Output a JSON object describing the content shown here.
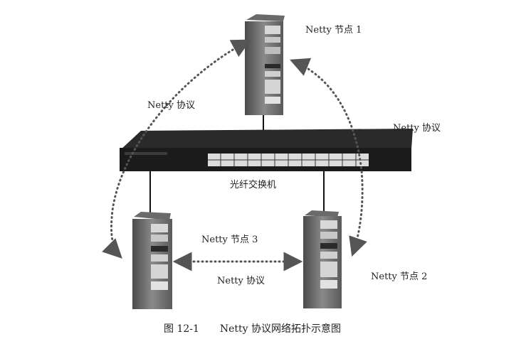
{
  "diagram": {
    "nodes": {
      "node1": {
        "label": "Netty 节点 1"
      },
      "node2": {
        "label": "Netty 节点 2"
      },
      "node3": {
        "label": "Netty 节点 3"
      }
    },
    "switch": {
      "label": "光纤交换机"
    },
    "links": [
      {
        "from": "node1",
        "to": "node3",
        "label": "Netty 协议"
      },
      {
        "from": "node1",
        "to": "node2",
        "label": "Netty 协议"
      },
      {
        "from": "node3",
        "to": "node2",
        "label": "Netty 协议"
      }
    ]
  },
  "caption": {
    "figure_number": "图 12-1",
    "title": "Netty 协议网络拓扑示意图"
  },
  "colors": {
    "ink": "#222222",
    "dotted_arrow": "#555555",
    "switch_body": "#1e1e1e",
    "server_body": "#7a7a7a"
  }
}
